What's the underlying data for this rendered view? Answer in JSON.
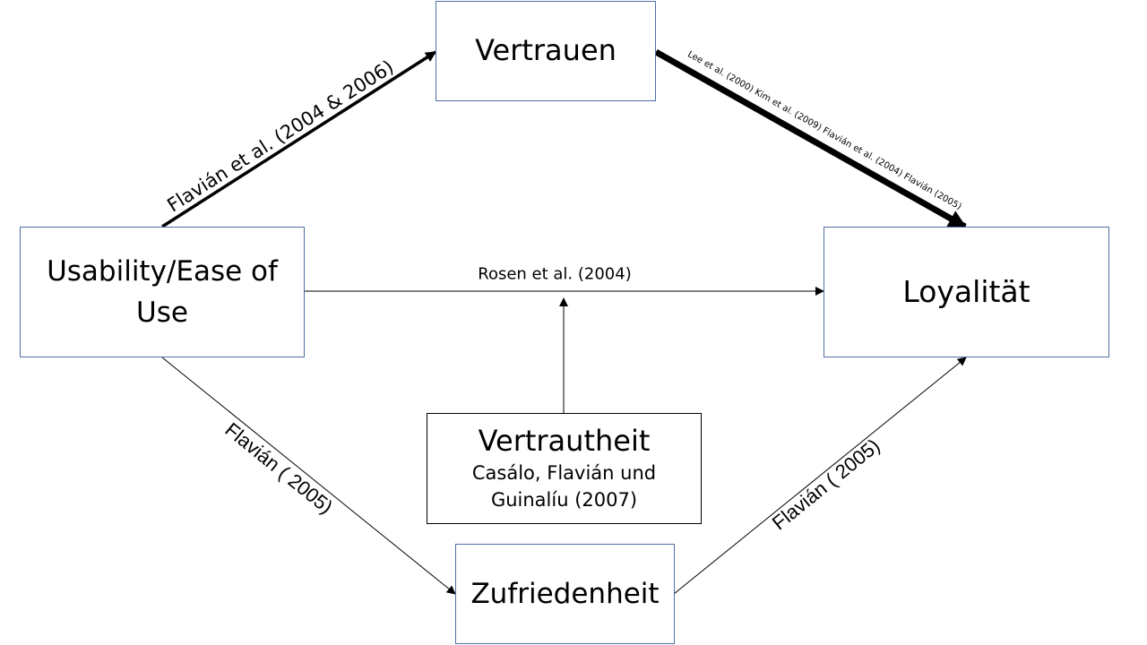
{
  "nodes": {
    "usability": {
      "line1": "Usability/Ease of",
      "line2": "Use"
    },
    "vertrauen": {
      "text": "Vertrauen"
    },
    "loyalitaet": {
      "text": "Loyalität"
    },
    "zufriedenheit": {
      "text": "Zufriedenheit"
    },
    "vertrautheit": {
      "title": "Vertrautheit",
      "source1": "Casálo, Flavián und",
      "source2": "Guinalíu (2007)"
    }
  },
  "edges": {
    "usability_to_vertrauen": "Flavián et al. (2004 & 2006)",
    "vertrauen_to_loyalitaet": "Lee et al. (2000)  Kim et al. (2009)  Flavián et al. (2004) Flavián (2005)",
    "usability_to_loyalitaet": "Rosen et al. (2004)",
    "usability_to_zufriedenheit": "Flavián ( 2005)",
    "zufriedenheit_to_loyalitaet": "Flavián ( 2005)"
  },
  "colors": {
    "box_border": "#4f6fa5",
    "moderator_border": "#000000",
    "arrows": "#000000"
  }
}
